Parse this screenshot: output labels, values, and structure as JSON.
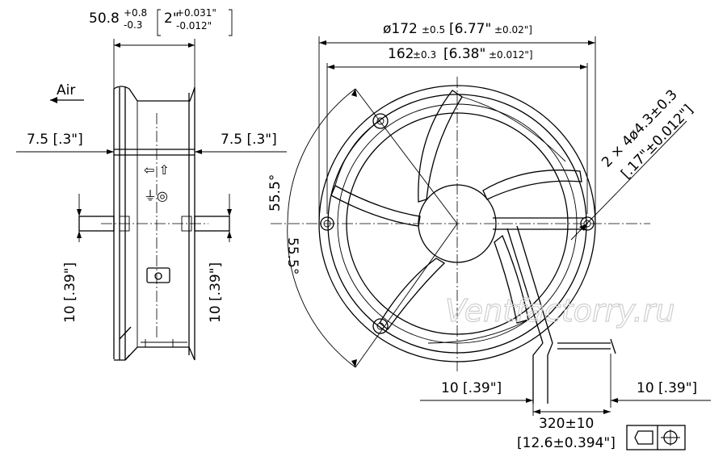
{
  "side_view": {
    "depth_nominal": "50.8",
    "depth_tol_plus": "+0.8",
    "depth_tol_minus": "-0.3",
    "depth_inch": "2\"",
    "depth_inch_tol_plus": "+0.031\"",
    "depth_inch_tol_minus": "-0.012\"",
    "airflow_label": "Air",
    "flange_left": "7.5 [.3\"]",
    "flange_right": "7.5 [.3\"]",
    "height_left": "10 [.39\"]",
    "height_right": "10 [.39\"]"
  },
  "front_view": {
    "outer_diameter": "ø172",
    "outer_diameter_tol": "±0.5",
    "outer_diameter_inch": "[6.77\"",
    "outer_diameter_inch_tol": "±0.02\"]",
    "hole_spacing": "162",
    "hole_spacing_tol": "±0.3",
    "hole_spacing_inch": "[6.38\"",
    "hole_spacing_inch_tol": "±0.012\"]",
    "angle_upper": "55.5°",
    "angle_lower": "55.5°",
    "mounting_holes_line1": "2 × 4ø4.3±0.3",
    "mounting_holes_line2": "[.17\"±0.012\"]",
    "lead_offset_left": "10 [.39\"]",
    "lead_offset_right": "10 [.39\"]",
    "lead_length": "320±10",
    "lead_length_inch": "[12.6±0.394\"]",
    "watermark": "Ventfactorry.ru"
  }
}
